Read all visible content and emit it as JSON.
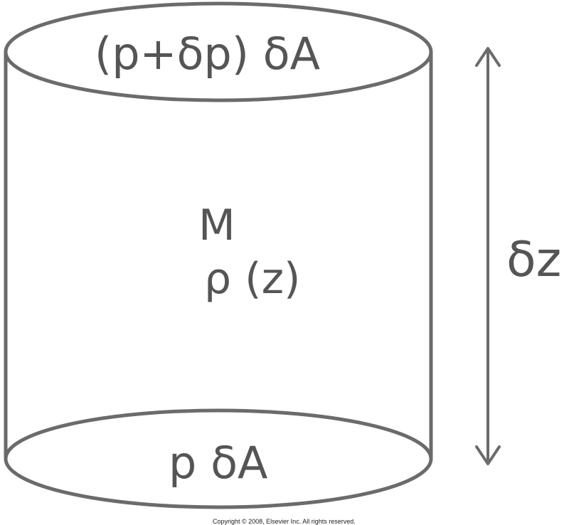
{
  "labels": {
    "top_face": "(p+δp) δA",
    "bottom_face": "p δA",
    "mass": "M",
    "density": "ρ (z)",
    "height": "δz"
  },
  "footer": {
    "copyright": "Copyright © 2008, Elsevier Inc. All rights reserved."
  },
  "colors": {
    "stroke": "#6b6b6b",
    "text": "#555555",
    "background": "#ffffff"
  }
}
